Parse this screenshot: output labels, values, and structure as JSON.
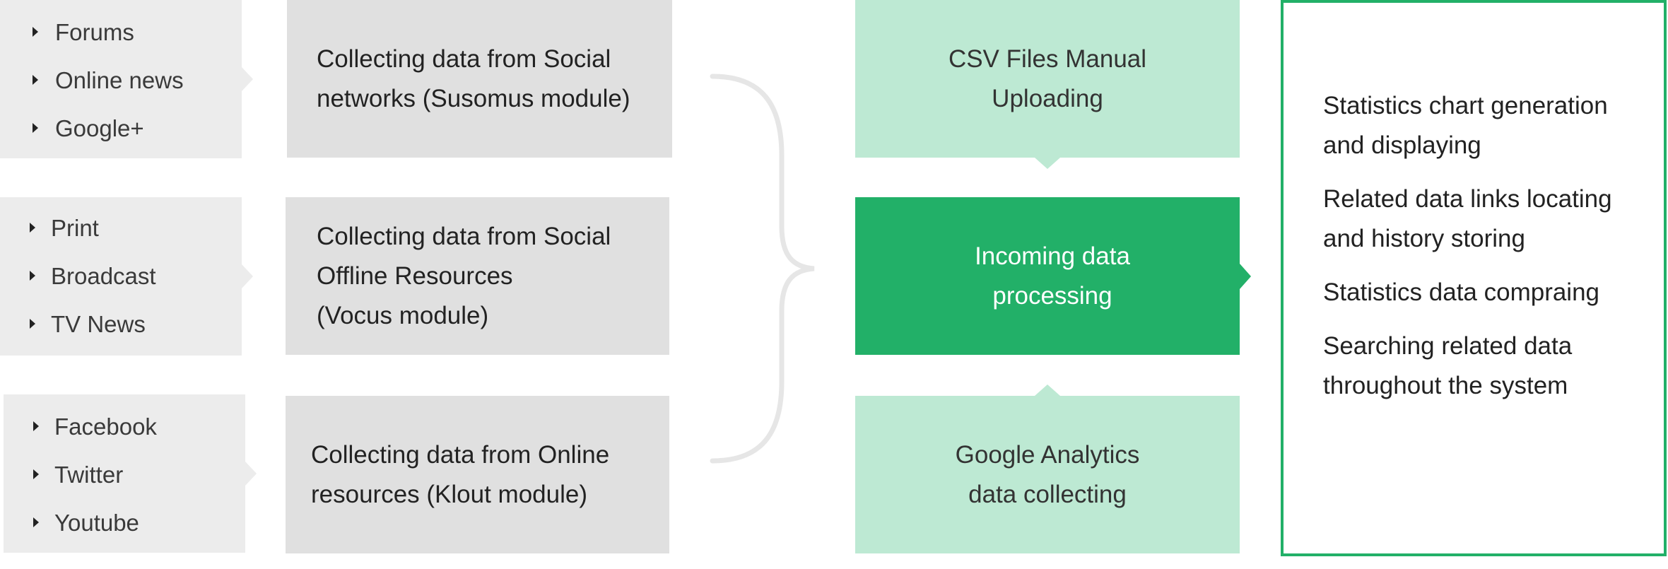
{
  "sources": [
    {
      "items": [
        "Forums",
        "Online news",
        "Google+"
      ]
    },
    {
      "items": [
        "Print",
        "Broadcast",
        "TV News"
      ]
    },
    {
      "items": [
        "Facebook",
        "Twitter",
        "Youtube"
      ]
    }
  ],
  "modules": [
    "Collecting data from Social\nnetworks (Susomus module)",
    "Collecting data from Social\nOffline Resources\n(Vocus module)",
    "Collecting data from Online\nresources (Klout module)"
  ],
  "center": {
    "top": "CSV Files Manual\nUploading",
    "middle": "Incoming data\nprocessing",
    "bottom": "Google Analytics\ndata collecting"
  },
  "features": [
    "Statistics chart generation\nand displaying",
    "Related data links locating\nand history storing",
    "Statistics data compraing",
    "Searching related data\nthroughout the system"
  ],
  "colors": {
    "source_bg": "#ececec",
    "module_bg": "#e0e0e0",
    "light_green": "#bde9d3",
    "dark_green": "#22b068",
    "border_green": "#22b068",
    "brace": "#e6e6e6"
  }
}
